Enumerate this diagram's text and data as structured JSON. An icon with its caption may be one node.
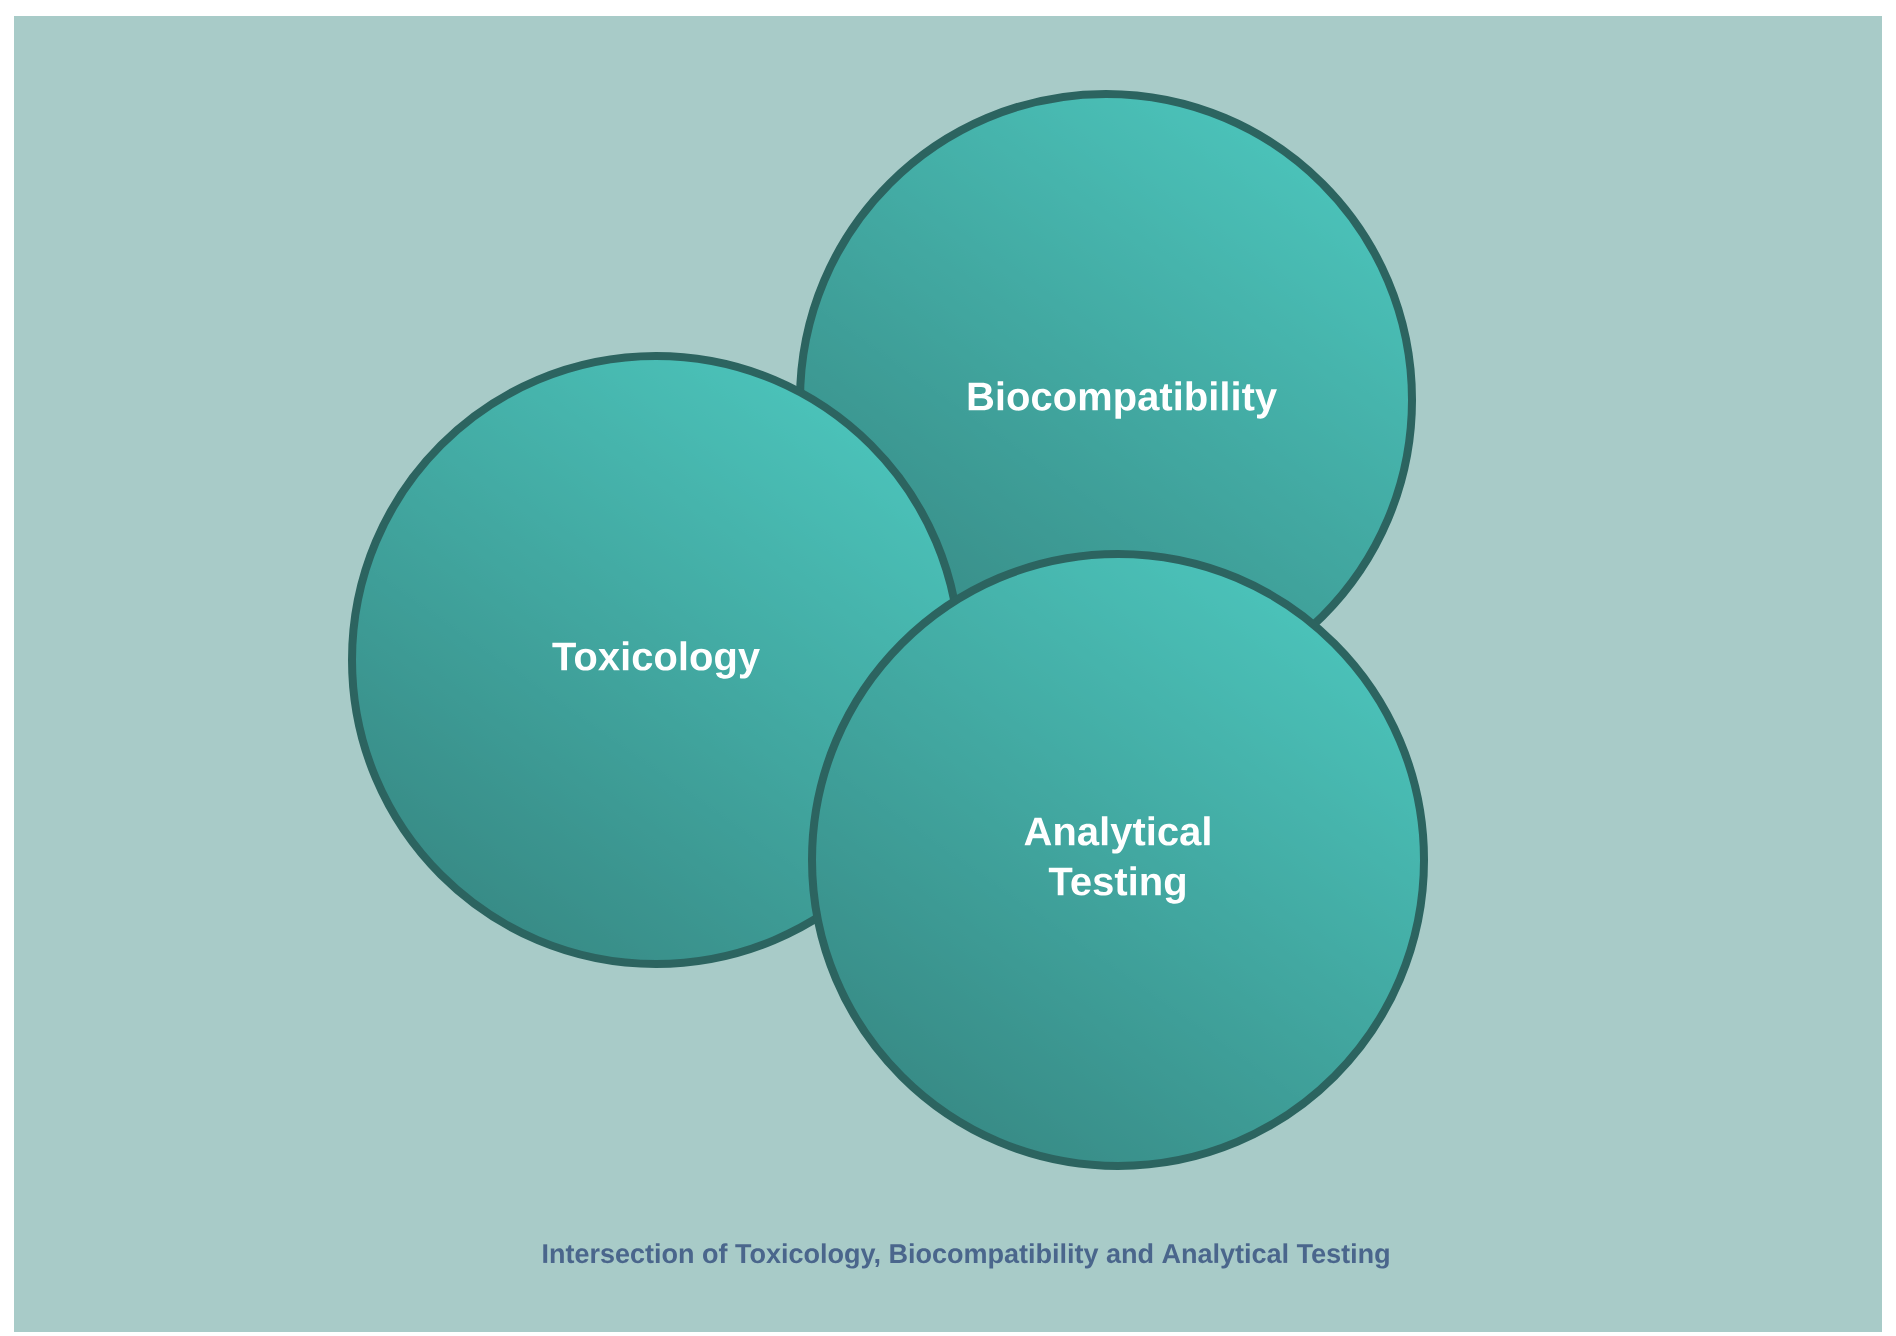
{
  "diagram": {
    "caption": "Intersection of Toxicology, Biocompatibility and Analytical Testing",
    "nodes": [
      {
        "text": [
          "Biocompatibility"
        ]
      },
      {
        "text": [
          "Toxicology"
        ]
      },
      {
        "text": [
          "Analytical Testing"
        ]
      }
    ]
  }
}
